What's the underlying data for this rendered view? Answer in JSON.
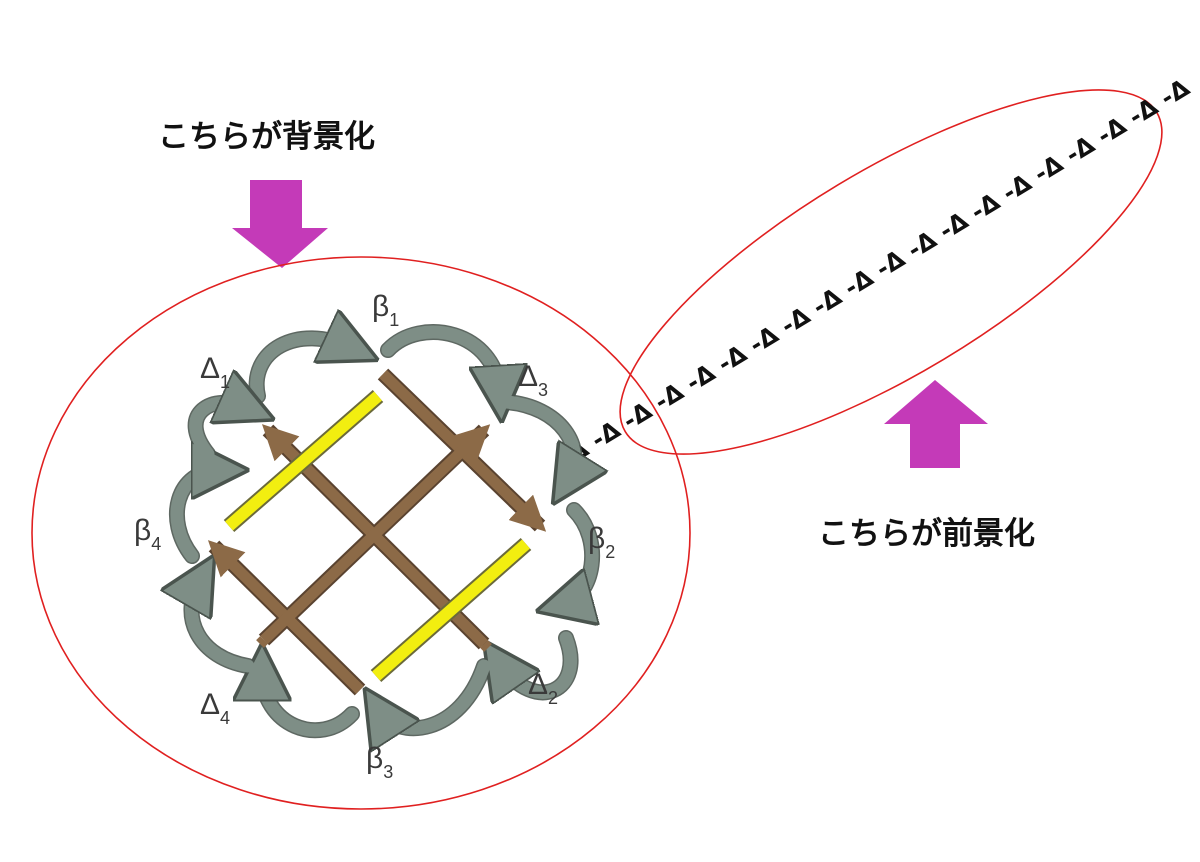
{
  "labels": {
    "background": "こちらが背景化",
    "foreground": "こちらが前景化"
  },
  "loop_labels": [
    {
      "id": "beta1",
      "symbol": "β",
      "sub": "1"
    },
    {
      "id": "delta3",
      "symbol": "Δ",
      "sub": "3"
    },
    {
      "id": "beta2",
      "symbol": "β",
      "sub": "2"
    },
    {
      "id": "delta2",
      "symbol": "Δ",
      "sub": "2"
    },
    {
      "id": "beta3",
      "symbol": "β",
      "sub": "3"
    },
    {
      "id": "delta4",
      "symbol": "Δ",
      "sub": "4"
    },
    {
      "id": "beta4",
      "symbol": "β",
      "sub": "4"
    },
    {
      "id": "delta1",
      "symbol": "Δ",
      "sub": "1"
    }
  ],
  "delta_chain": "-Δ -Δ -Δ -Δ -Δ -Δ -Δ -Δ -Δ -Δ -Δ -Δ -Δ -Δ -Δ -Δ -Δ -Δ -Δ -Δ",
  "colors": {
    "ellipse": "#e02020",
    "arrow": "#c43ab8",
    "lattice_brown": "#8c6a47",
    "lattice_yellow": "#f2ee10",
    "cloud_arrow": "#8a9a90"
  }
}
